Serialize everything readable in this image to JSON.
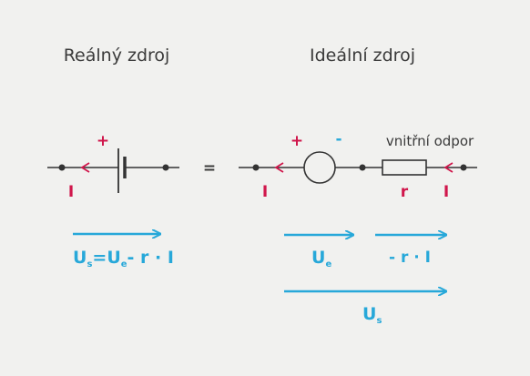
{
  "left": {
    "title": "Reálný zdroj",
    "plus": "+",
    "current": "I",
    "formula": {
      "Us_main": "U",
      "Us_sub": "s",
      "eq": "=",
      "Ue_main": "U",
      "Ue_sub": "e",
      "rest": "- r · I"
    }
  },
  "equals": "=",
  "right": {
    "title": "Ideální zdroj",
    "plus": "+",
    "minus": "-",
    "resistor_label": "vnitřní odpor",
    "r_symbol": "r",
    "current_left": "I",
    "current_right": "I",
    "Ue_main": "U",
    "Ue_sub": "e",
    "drop": "- r · I",
    "Us_main": "U",
    "Us_sub": "s"
  },
  "colors": {
    "red": "#d0164b",
    "blue": "#27a8d9",
    "ink": "#333333",
    "background": "#f1f1ef"
  }
}
